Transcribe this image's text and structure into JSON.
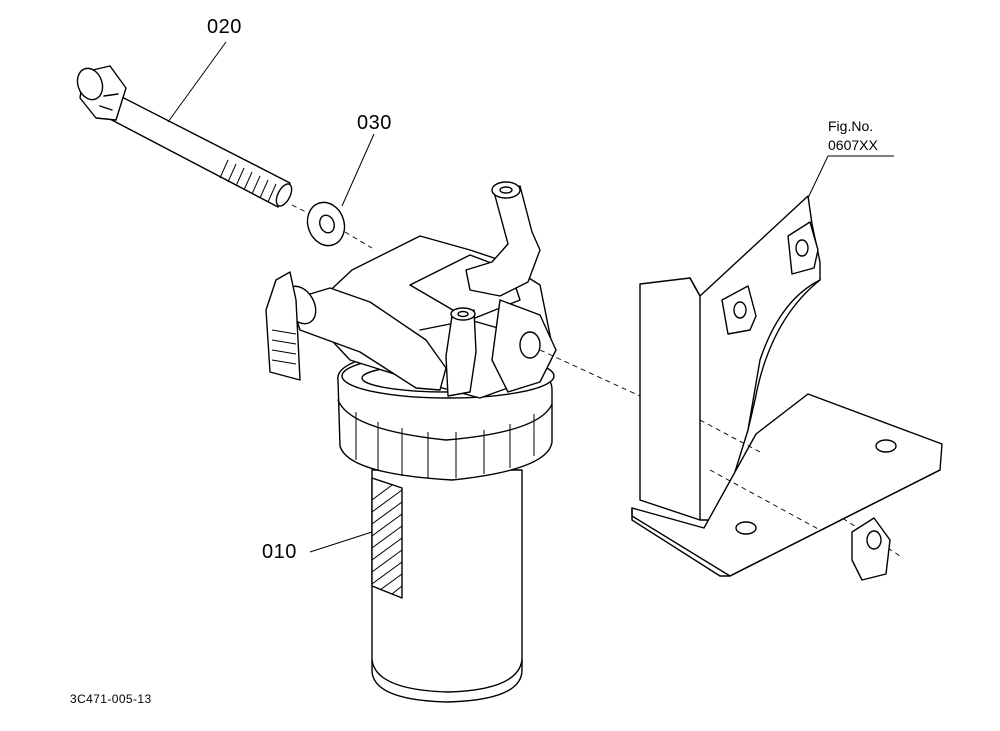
{
  "diagram": {
    "callouts": [
      {
        "id": "020",
        "text": "020"
      },
      {
        "id": "030",
        "text": "030"
      },
      {
        "id": "010",
        "text": "010"
      }
    ],
    "figure_ref": {
      "line1": "Fig.No.",
      "line2": "0607XX"
    },
    "drawing_code": "3C471-005-13"
  }
}
